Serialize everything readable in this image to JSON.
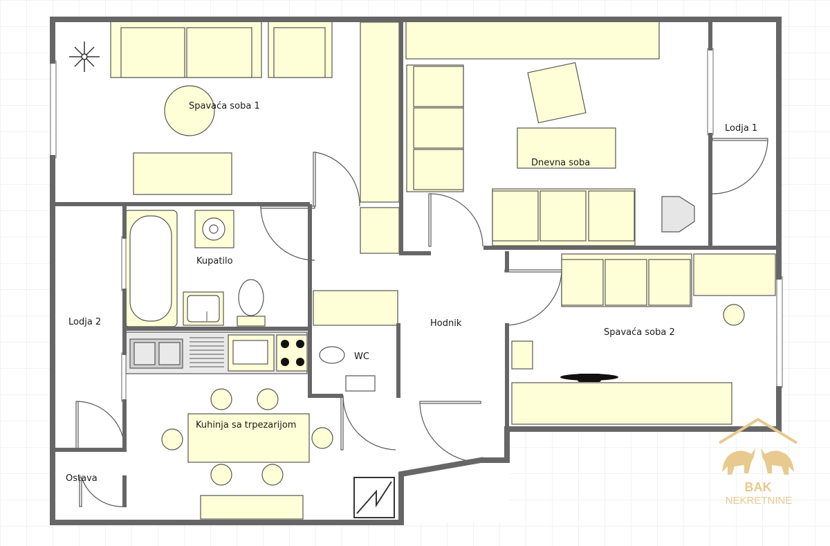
{
  "rooms": {
    "spavaca_soba_1": "Spavaća soba 1",
    "dnevna_soba": "Dnevna soba",
    "lodja_1": "Lodja 1",
    "kupatilo": "Kupatilo",
    "hodnik": "Hodnik",
    "lodja_2": "Lodja 2",
    "wc": "WC",
    "spavaca_soba_2": "Spavaća soba 2",
    "kuhinja": "Kuhinja sa trpezarijom",
    "ostava": "Ostava"
  },
  "logo": {
    "name": "BAK",
    "subtitle": "NEKRETNINE"
  },
  "colors": {
    "wall": "#666666",
    "furniture_fill": "#ffffd7",
    "grid": "#e8e8e8",
    "logo": "#e8c98f"
  }
}
